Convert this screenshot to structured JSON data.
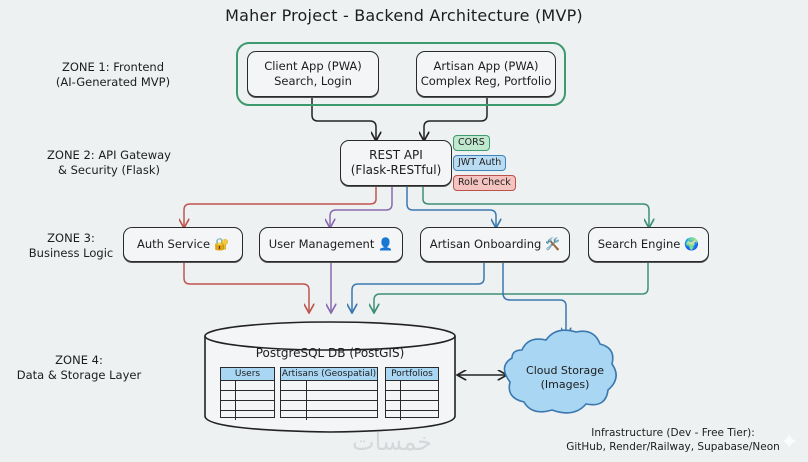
{
  "title": "Maher Project - Backend Architecture (MVP)",
  "zones": [
    {
      "line1": "ZONE 1: Frontend",
      "line2": "(AI-Generated MVP)"
    },
    {
      "line1": "ZONE 2: API Gateway",
      "line2": "& Security (Flask)"
    },
    {
      "line1": "ZONE 3:",
      "line2": "Business Logic"
    },
    {
      "line1": "ZONE 4:",
      "line2": "Data & Storage Layer"
    }
  ],
  "frontend": {
    "client_app": {
      "title": "Client App (PWA)",
      "subtitle": "Search, Login"
    },
    "artisan_app": {
      "title": "Artisan App (PWA)",
      "subtitle": "Complex Reg, Portfolio"
    }
  },
  "gateway": {
    "title": "REST API",
    "subtitle": "(Flask-RESTful)",
    "badges": [
      {
        "label": "CORS",
        "color": "#bfe8cf",
        "border": "#3d9a6e"
      },
      {
        "label": "JWT Auth",
        "color": "#b9dcf3",
        "border": "#3f83b8"
      },
      {
        "label": "Role Check",
        "color": "#f5c4c0",
        "border": "#b8544c"
      }
    ]
  },
  "services": [
    {
      "label": "Auth Service",
      "icon": "🔐",
      "icon_name": "lock-icon",
      "color": "#c0564e"
    },
    {
      "label": "User Management",
      "icon": "👤",
      "icon_name": "user-icon",
      "color": "#8a6aae"
    },
    {
      "label": "Artisan Onboarding",
      "icon": "🛠️",
      "icon_name": "tools-icon",
      "color": "#3a78b0"
    },
    {
      "label": "Search Engine",
      "icon": "🌍",
      "icon_name": "globe-icon",
      "color": "#3d8f73"
    }
  ],
  "database": {
    "title": "PostgreSQL DB (PostGIS)",
    "tables": [
      {
        "name": "Users"
      },
      {
        "name": "Artisans (Geospatial)"
      },
      {
        "name": "Portfolios"
      }
    ]
  },
  "storage": {
    "line1": "Cloud Storage",
    "line2": "(Images)",
    "fill": "#a9d6f2",
    "stroke": "#3a78b0"
  },
  "infrastructure": {
    "line1": "Infrastructure (Dev - Free Tier):",
    "line2": "GitHub, Render/Railway, Supabase/Neon"
  },
  "watermark": "خمسات"
}
